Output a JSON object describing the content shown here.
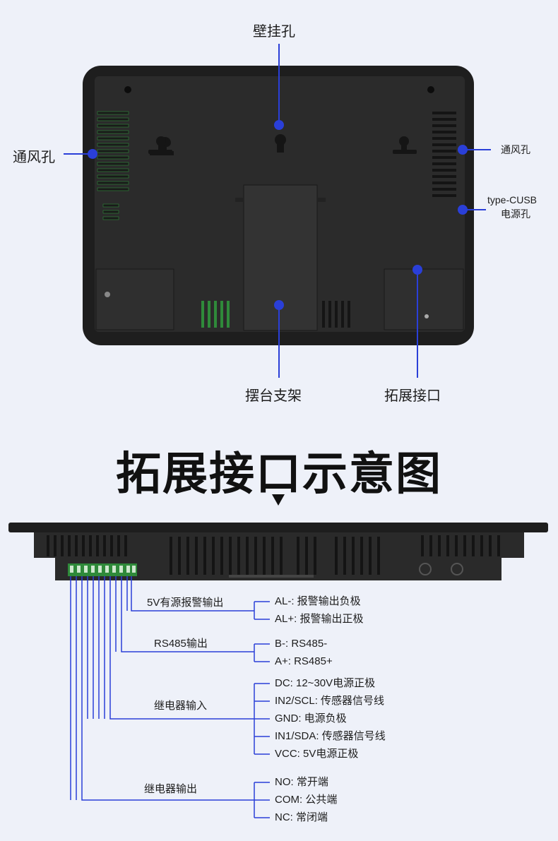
{
  "back_panel": {
    "callouts": {
      "wall_hole": "壁挂孔",
      "vent_left": "通风孔",
      "vent_right": "通风孔",
      "usb_power_line1": "type-CUSB",
      "usb_power_line2": "电源孔",
      "stand": "摆台支架",
      "expansion": "拓展接口"
    }
  },
  "diagram_title": "拓展接口示意图",
  "pin_groups": [
    {
      "name": "5V有源报警输出",
      "pins": [
        "AL-: 报警输出负极",
        "AL+: 报警输出正极"
      ]
    },
    {
      "name": "RS485输出",
      "pins": [
        "B-: RS485-",
        "A+: RS485+"
      ]
    },
    {
      "name": "继电器输入",
      "pins": [
        "DC: 12~30V电源正极",
        "IN2/SCL: 传感器信号线",
        "GND: 电源负极",
        "IN1/SDA: 传感器信号线",
        "VCC: 5V电源正极"
      ]
    },
    {
      "name": "继电器输出",
      "pins": [
        "NO: 常开端",
        "COM: 公共端",
        "NC: 常闭端"
      ]
    }
  ],
  "colors": {
    "callout_line": "#2a3fd8",
    "device_body": "#2b2b2b",
    "terminal_green": "#2f8a3a",
    "background": "#eef1f9"
  }
}
